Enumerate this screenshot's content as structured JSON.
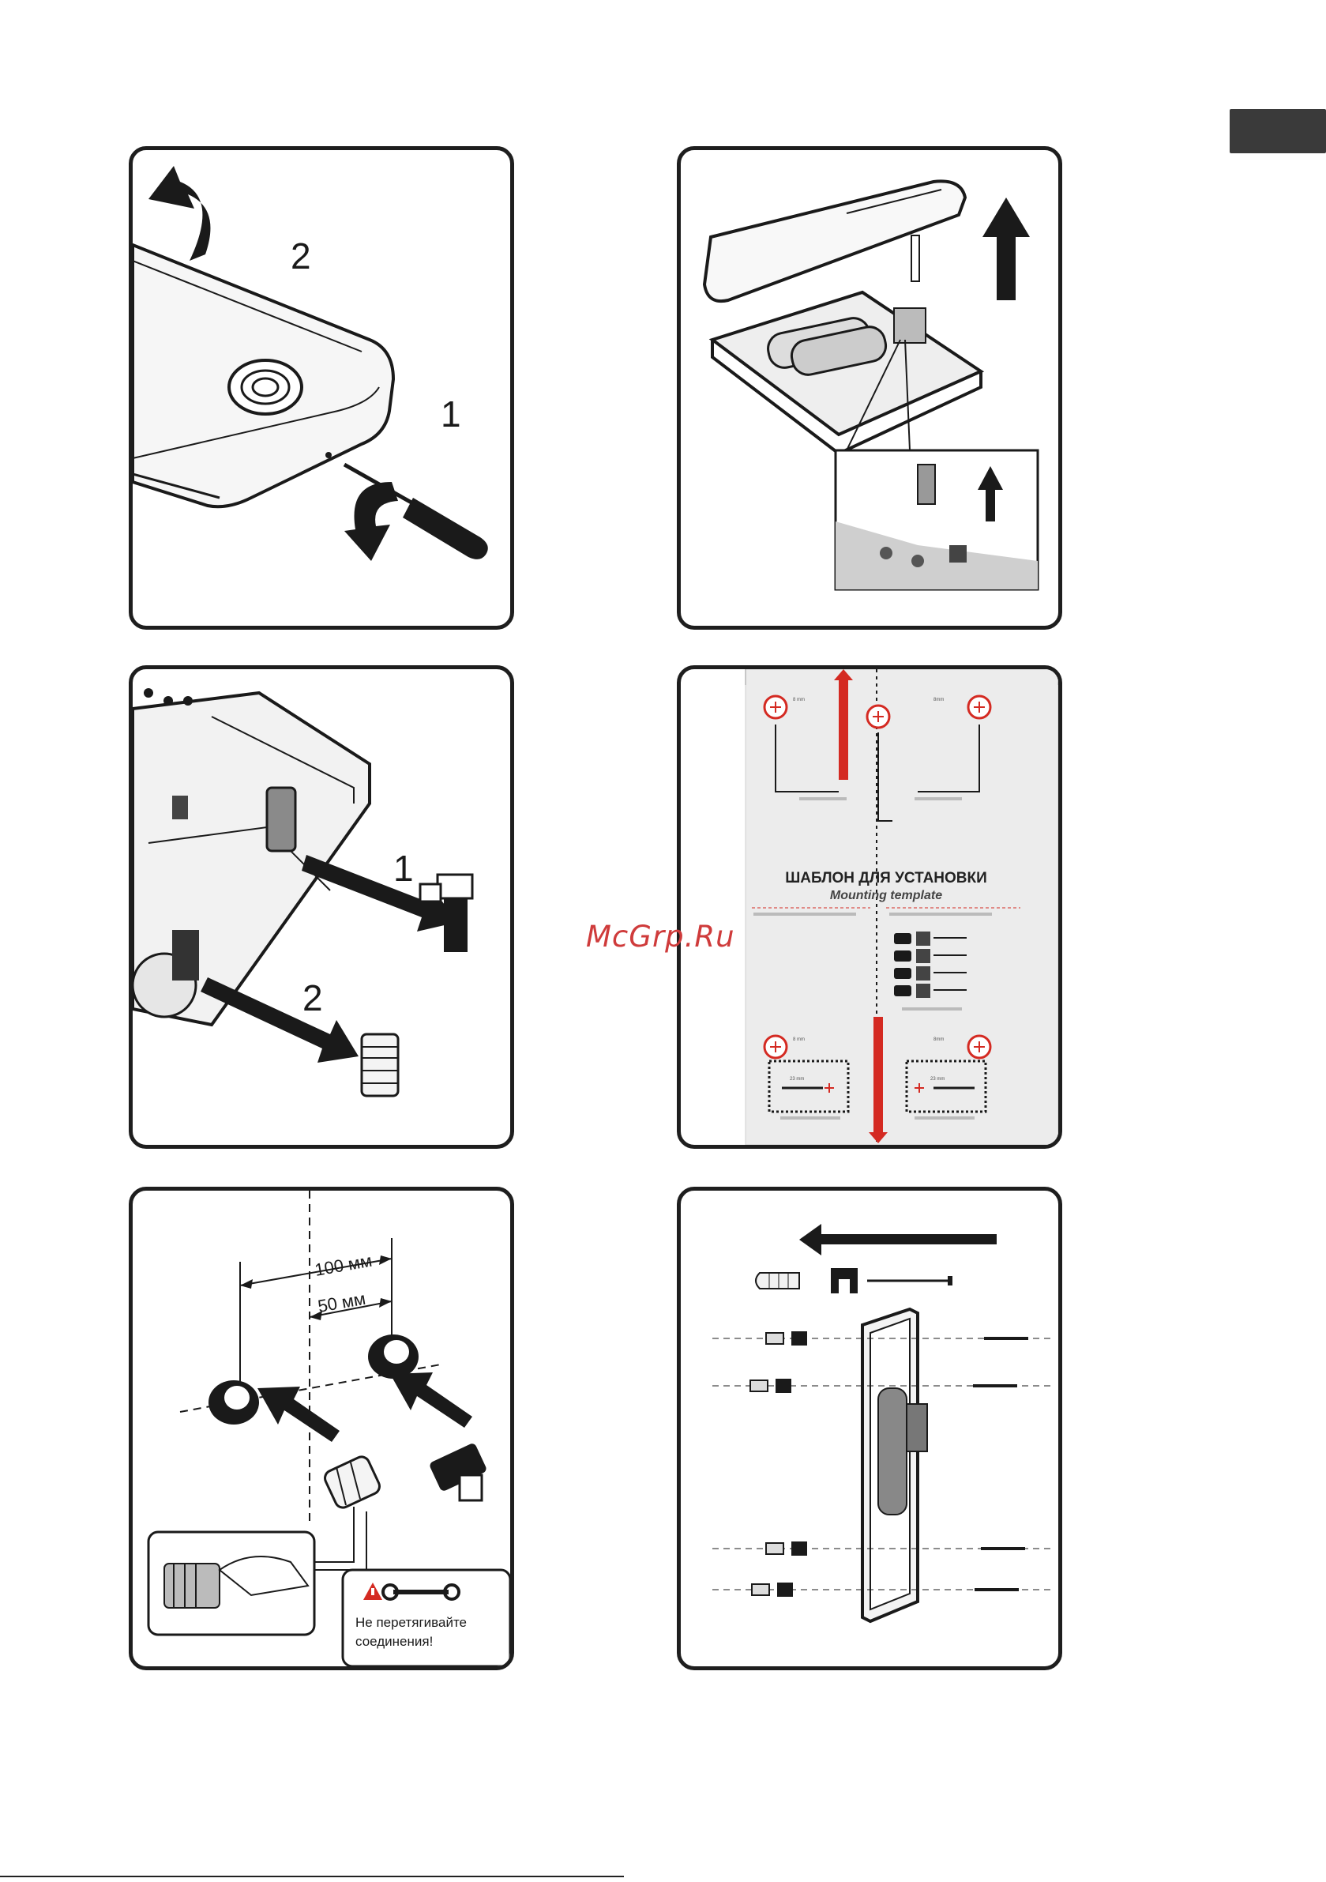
{
  "page": {
    "accent_color": "#d42a22",
    "tab_color": "#3a3a3a"
  },
  "panels": [
    {
      "id": "remove-cover",
      "step_labels": [
        "1",
        "2"
      ]
    },
    {
      "id": "lift-cover",
      "step_labels": []
    },
    {
      "id": "remove-fittings",
      "step_labels": [
        "1",
        "2"
      ]
    },
    {
      "id": "mounting-template",
      "template_title": "ШАБЛОН ДЛЯ УСТАНОВКИ",
      "template_subtitle": "Mounting template",
      "hole_labels": [
        "8 mm",
        "8mm",
        "8 mm",
        "8mm"
      ],
      "distance_labels": [
        "23 mm",
        "23 mm"
      ]
    },
    {
      "id": "pipe-spacing",
      "dim_100": "100 мм",
      "dim_50": "50 мм",
      "warning_text": [
        "Не перетягивайте",
        "соединения!"
      ]
    },
    {
      "id": "wall-mounting",
      "step_labels": []
    }
  ],
  "watermark": "McGrp.Ru"
}
